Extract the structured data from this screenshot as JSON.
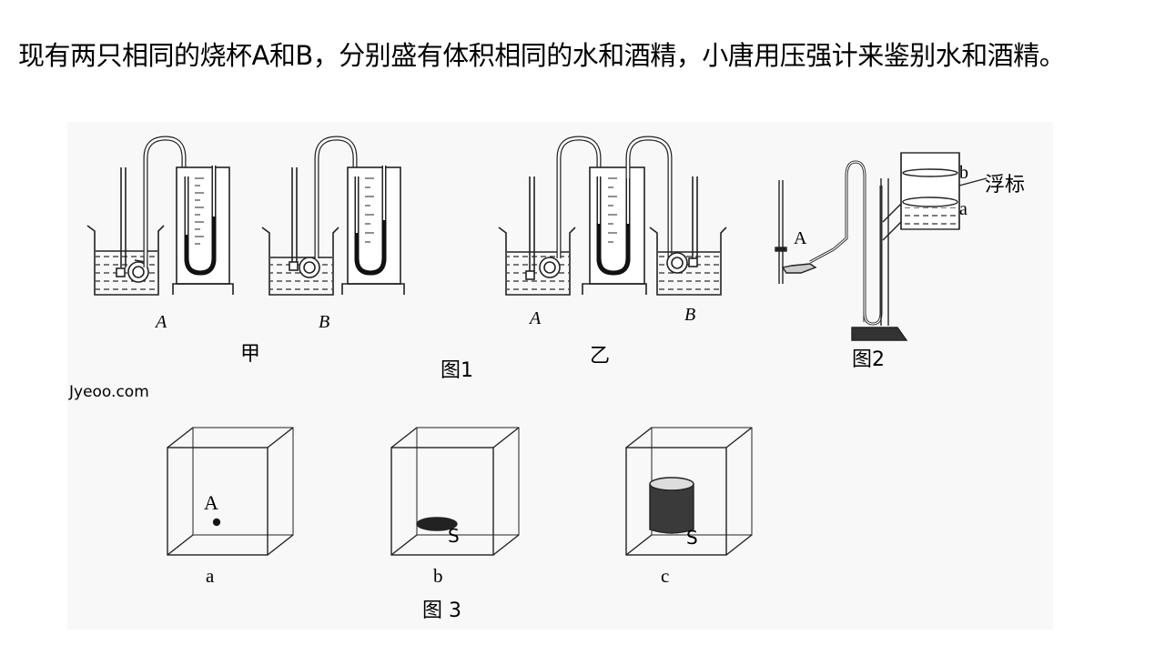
{
  "question": {
    "text": "现有两只相同的烧杯A和B，分别盛有体积相同的水和酒精，小唐用压强计来鉴别水和酒精。"
  },
  "figure1": {
    "caption": "图1",
    "setup_jia": {
      "label": "甲",
      "beaker_left": "A",
      "beaker_right": "B"
    },
    "setup_yi": {
      "label": "乙",
      "beaker_left": "A",
      "beaker_right": "B"
    }
  },
  "figure2": {
    "caption": "图2",
    "label_A": "A",
    "label_b": "b",
    "label_a": "a",
    "float_label": "浮标"
  },
  "figure3": {
    "caption": "图 3",
    "boxes": [
      {
        "label": "a",
        "inner": "A"
      },
      {
        "label": "b",
        "inner": ""
      },
      {
        "label": "c",
        "inner": ""
      }
    ]
  },
  "watermark": "Jyeoo.com"
}
